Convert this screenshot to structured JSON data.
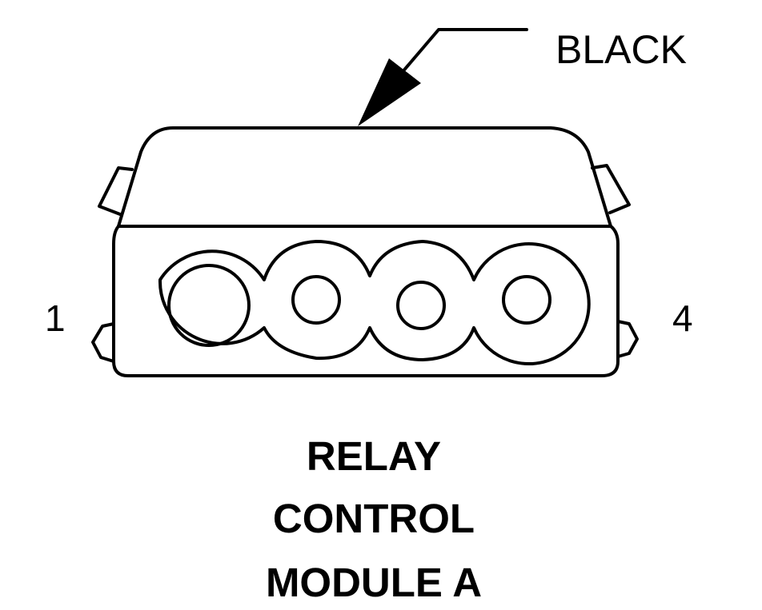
{
  "connector": {
    "color_label": "BLACK",
    "pin_first_label": "1",
    "pin_last_label": "4",
    "cavity_count": 4
  },
  "title": {
    "line1": "RELAY",
    "line2": "CONTROL",
    "line3": "MODULE A"
  },
  "colors": {
    "ink": "#000000",
    "background": "#ffffff"
  }
}
